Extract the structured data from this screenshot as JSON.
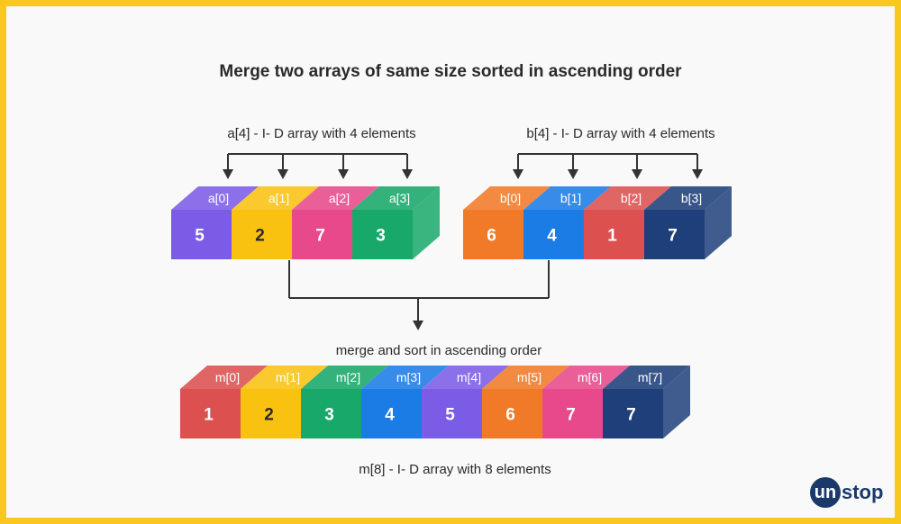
{
  "title": "Merge two arrays of same size sorted in ascending order",
  "array_a": {
    "caption": "a[4] - I- D array with 4 elements",
    "cells": [
      {
        "index": "a[0]",
        "value": "5",
        "color": "#7B5CE6"
      },
      {
        "index": "a[1]",
        "value": "2",
        "color": "#F9C210"
      },
      {
        "index": "a[2]",
        "value": "7",
        "color": "#E8498A"
      },
      {
        "index": "a[3]",
        "value": "3",
        "color": "#17A86A"
      }
    ]
  },
  "array_b": {
    "caption": "b[4] - I- D array with 4 elements",
    "cells": [
      {
        "index": "b[0]",
        "value": "6",
        "color": "#F07A28"
      },
      {
        "index": "b[1]",
        "value": "4",
        "color": "#1C7CE6"
      },
      {
        "index": "b[2]",
        "value": "1",
        "color": "#DC5050"
      },
      {
        "index": "b[3]",
        "value": "7",
        "color": "#1E3F7A"
      }
    ]
  },
  "merge_label": "merge and sort in ascending order",
  "array_m": {
    "caption": "m[8] - I- D array with 8 elements",
    "cells": [
      {
        "index": "m[0]",
        "value": "1",
        "color": "#DC5050"
      },
      {
        "index": "m[1]",
        "value": "2",
        "color": "#F9C210"
      },
      {
        "index": "m[2]",
        "value": "3",
        "color": "#17A86A"
      },
      {
        "index": "m[3]",
        "value": "4",
        "color": "#1C7CE6"
      },
      {
        "index": "m[4]",
        "value": "5",
        "color": "#7B5CE6"
      },
      {
        "index": "m[5]",
        "value": "6",
        "color": "#F07A28"
      },
      {
        "index": "m[6]",
        "value": "7",
        "color": "#E8498A"
      },
      {
        "index": "m[7]",
        "value": "7",
        "color": "#1E3F7A"
      }
    ]
  },
  "logo": {
    "circle_text": "un",
    "rest_text": "stop"
  },
  "colors": {
    "frame": "#F8C81E",
    "connector": "#333333",
    "dark_text": "#2A2A2A"
  }
}
